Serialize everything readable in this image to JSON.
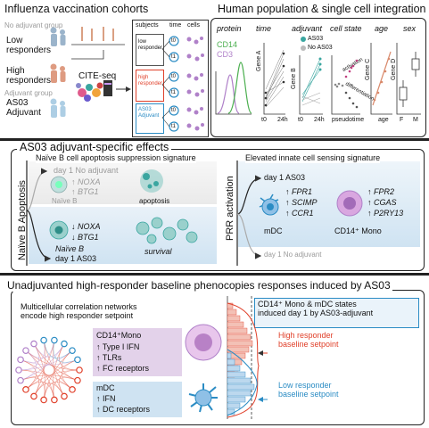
{
  "colors": {
    "teal": "#3aa6a0",
    "red": "#e0402a",
    "blue": "#2b8cc4",
    "purple": "#b081c9",
    "green": "#4caf50",
    "lightblue": "#cfe3f2",
    "lightpurple": "#e3d2ea"
  },
  "cohorts": {
    "title": "Influenza vaccination cohorts",
    "no_adj_group": "No adjuvant group",
    "low": "Low\nresponders",
    "high": "High\nresponders",
    "adj_group": "Adjuvant group",
    "as03": "AS03\nAdjuvant",
    "citeseq": "CITE-seq",
    "col_subjects": "subjects",
    "col_time": "time",
    "col_cells": "cells",
    "low_tag": "low\nresponder",
    "high_tag": "high\nresponder",
    "as03_tag": "AS03\nAdjuvant",
    "t0": "t0",
    "t1": "t1"
  },
  "integration": {
    "title": "Human population & single cell integration",
    "protein": "protein",
    "cd14": "CD14",
    "cd3": "CD3",
    "time": "time",
    "geneA": "Gene A",
    "t0": "t0",
    "h24": "24h",
    "adjuvant": "adjuvant",
    "as03": "AS03",
    "noas03": "No AS03",
    "geneB": "Gene B",
    "cellstate": "cell state",
    "activation": "activation",
    "differentiation": "differentiation",
    "pseudotime": "pseudotime",
    "age": "age",
    "geneC": "Gene C",
    "age_axis": "age",
    "sex": "sex",
    "geneD": "Gene D",
    "f": "F",
    "m": "M"
  },
  "effects": {
    "title": "AS03 adjuvant-specific effects",
    "left_title": "Naïve B cell apoptosis suppression signature",
    "side_left": "Naïve B Apoptosis",
    "day1_noadj": "day 1 No adjuvant",
    "up_noxa": "↑ NOXA",
    "up_btg1": "↑ BTG1",
    "naive_b_grey": "Naïve B",
    "apoptosis": "apoptosis",
    "down_noxa": "↓ NOXA",
    "down_btg1": "↓ BTG1",
    "naive_b": "Naïve B",
    "day1_as03": "day 1 AS03",
    "survival": "survival",
    "right_title": "Elevated innate cell sensing signature",
    "side_right": "PRR activation",
    "r_day1_as03": "day 1 AS03",
    "fpr1": "↑ FPR1",
    "scimp": "↑ SCIMP",
    "ccr1": "↑ CCR1",
    "mdc": "mDC",
    "fpr2": "↑ FPR2",
    "cgas": "↑ CGAS",
    "p2ry13": "↑ P2RY13",
    "mono": "CD14⁺ Mono",
    "r_day1_noadj": "day 1 No adjuvant"
  },
  "baseline": {
    "title": "Unadjuvanted high-responder baseline phenocopies responses induced by AS03",
    "net_title": "Multicellular correlation networks\nencode high responder setpoint",
    "mono_h": "CD14⁺Mono",
    "mono_items": [
      "↑ Type I IFN",
      "↑ TLRs",
      "↑ FC receptors"
    ],
    "mdc_h": "mDC",
    "mdc_items": [
      "↑ IFN",
      "↑ DC receptors"
    ],
    "induced": "CD14⁺ Mono & mDC states\ninduced day 1 by AS03-adjuvant",
    "high_sp": "High responder\nbaseline setpoint",
    "low_sp": "Low responder\nbaseline setpoint"
  }
}
